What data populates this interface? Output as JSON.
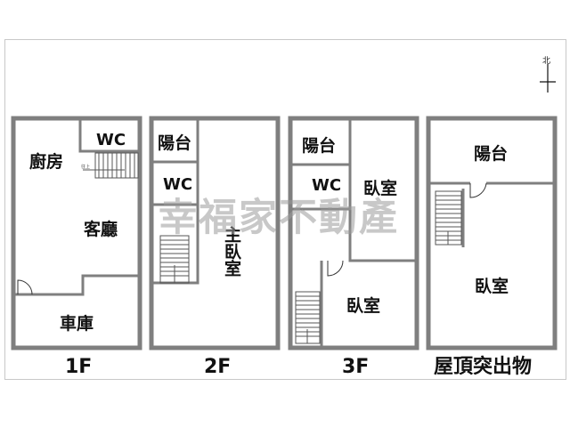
{
  "compass": {
    "label": "北"
  },
  "watermark": {
    "text": "幸福家不動產"
  },
  "floors": [
    {
      "name": "1F",
      "rooms": {
        "kitchen": "廚房",
        "wc": "WC",
        "living": "客廳",
        "garage": "車庫"
      },
      "stair_note": "往上"
    },
    {
      "name": "2F",
      "rooms": {
        "balcony": "陽台",
        "wc": "WC",
        "master_bedroom": "主臥室"
      }
    },
    {
      "name": "3F",
      "rooms": {
        "balcony": "陽台",
        "wc": "WC",
        "bedroom_upper": "臥室",
        "bedroom_lower": "臥室"
      }
    },
    {
      "name": "屋頂突出物",
      "rooms": {
        "balcony": "陽台",
        "bedroom": "臥室"
      }
    }
  ],
  "colors": {
    "wall": "#7f7f7f",
    "text": "#111111",
    "watermark": "#9a9a9a"
  }
}
